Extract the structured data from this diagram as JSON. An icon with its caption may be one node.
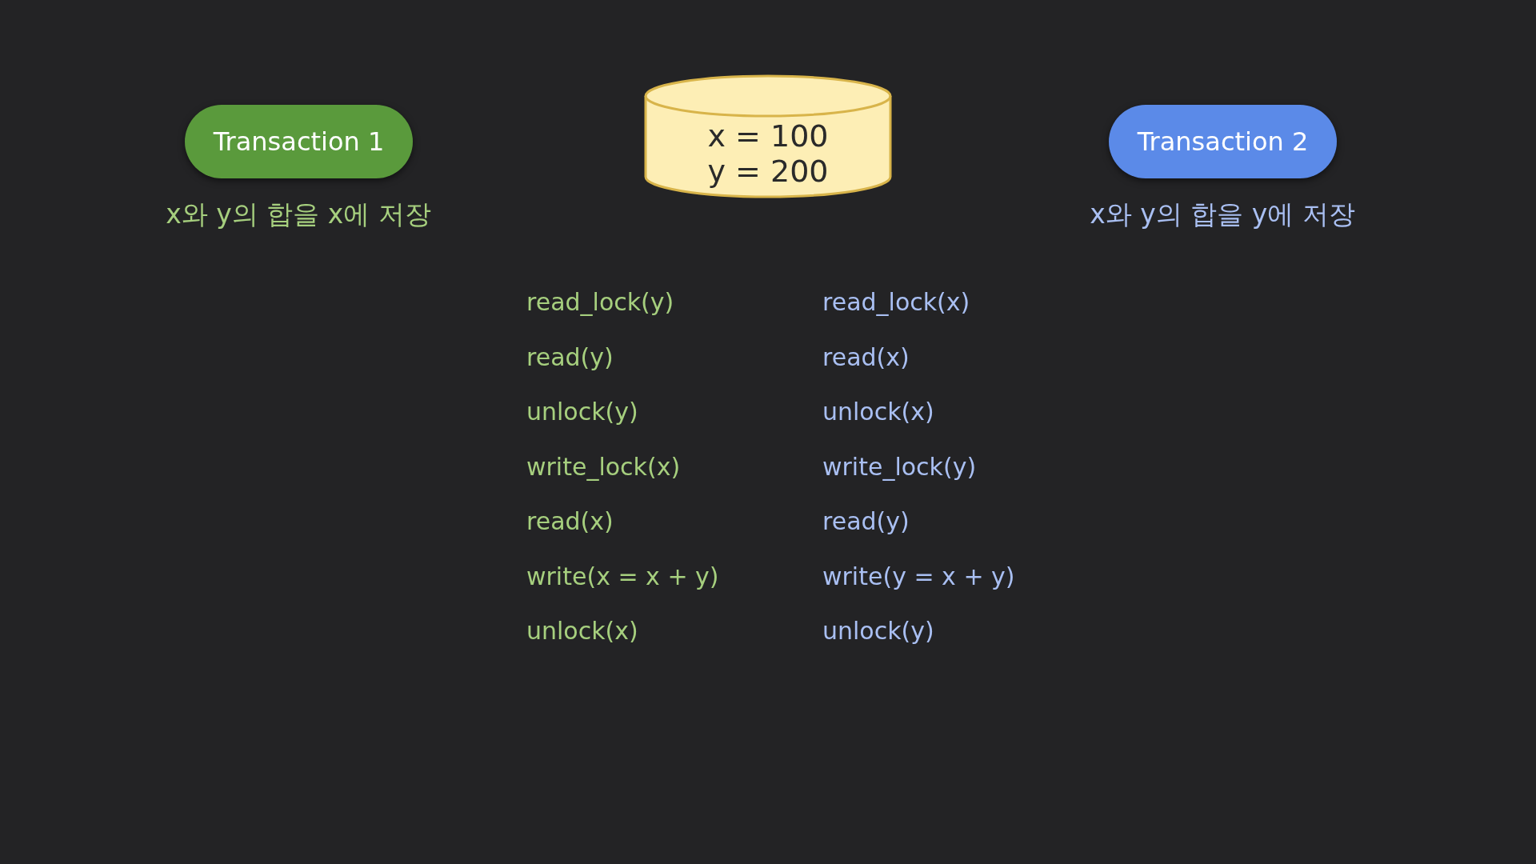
{
  "diagram": {
    "nodes": [
      {
        "text": [
          "Transaction 1"
        ],
        "beside": [
          "x와 y의 합을 x에 저장"
        ]
      },
      {
        "text": [
          "x = 100",
          "y = 200"
        ]
      },
      {
        "text": [
          "Transaction 2"
        ],
        "beside": [
          "x와 y의 합을 y에 저장"
        ]
      }
    ],
    "edges": [],
    "labels": [
      "read_lock(y)",
      "read_lock(x)",
      "read(y)",
      "read(x)",
      "unlock(y)",
      "unlock(x)",
      "write_lock(x)",
      "write_lock(y)",
      "read(x)",
      "read(y)",
      "write(x = x + y)",
      "write(y = x + y)",
      "unlock(x)",
      "unlock(y)"
    ]
  }
}
